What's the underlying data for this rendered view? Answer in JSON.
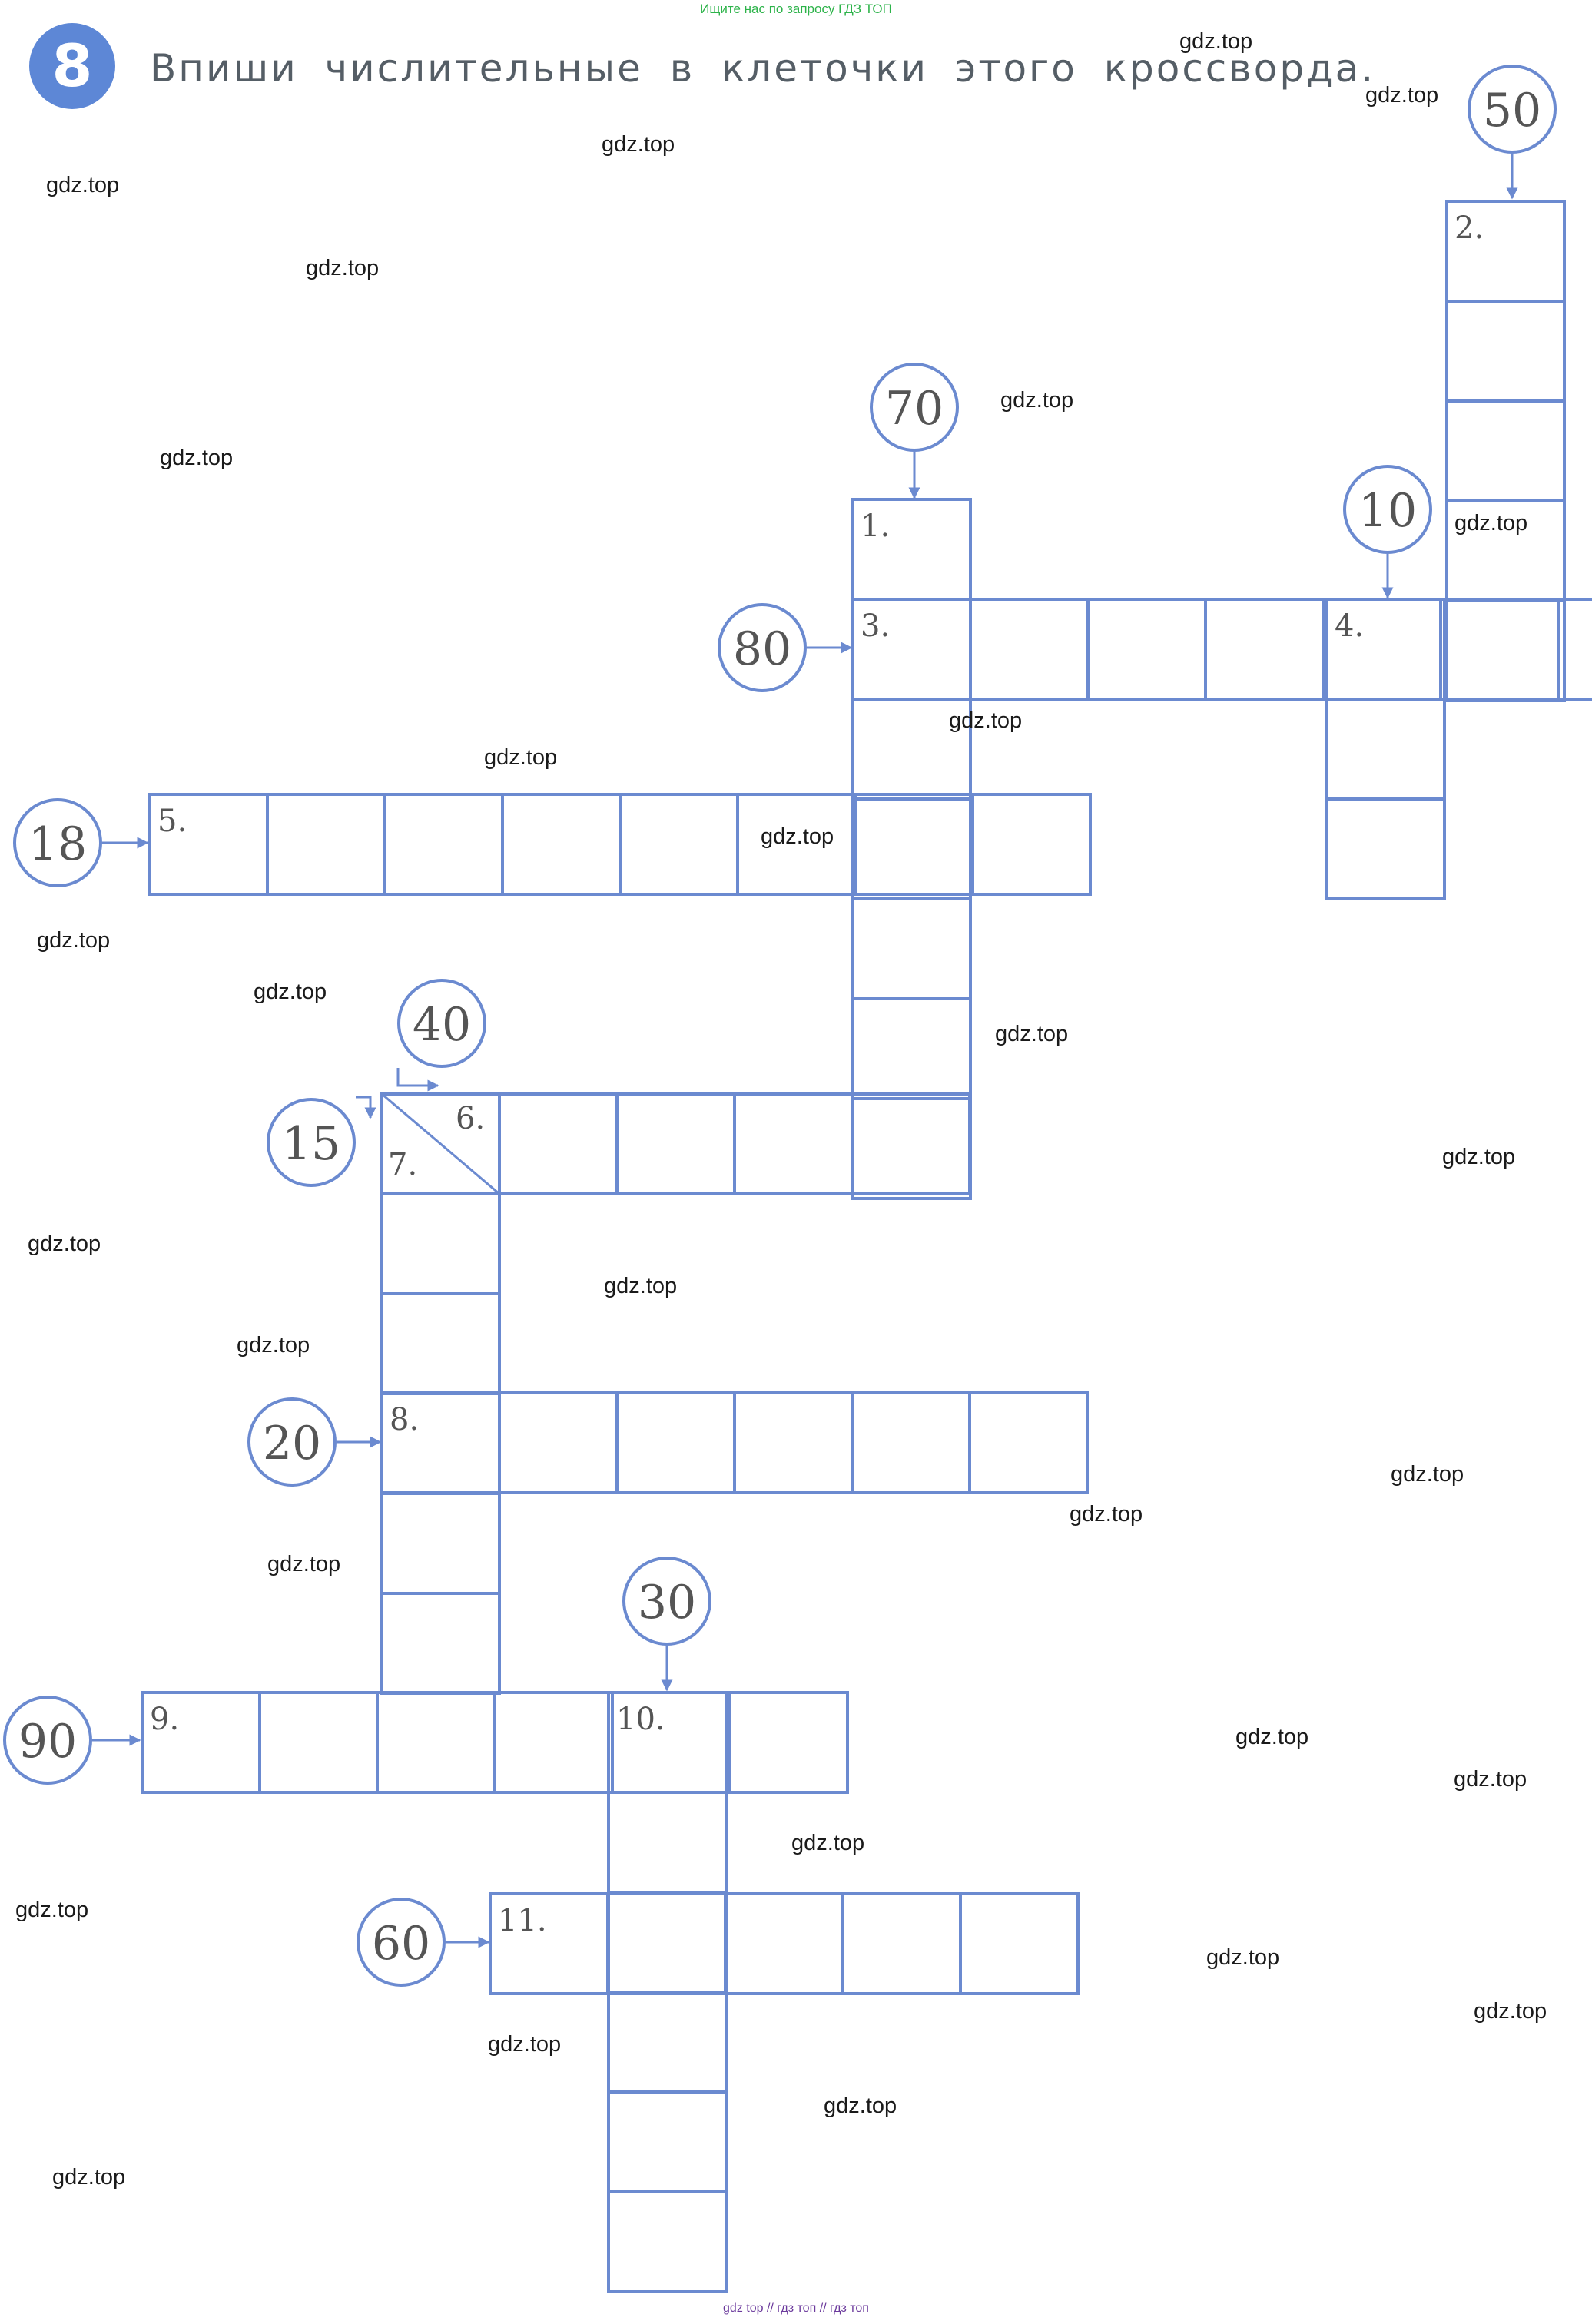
{
  "header": {
    "top_note": "Ищите нас по запросу ГДЗ ТОП",
    "task_number": "8",
    "task_text": "Впиши числительные в клеточки этого кроссворда.",
    "bottom_note": "gdz top  //  гдз топ  //  гдз топ"
  },
  "colors": {
    "grid": "#6b8ad0",
    "badge": "#5d87d6",
    "clue_text": "#555555"
  },
  "watermark_text": "gdz.top",
  "crossword": {
    "clues": [
      {
        "number": "1.",
        "value": "70",
        "direction": "down"
      },
      {
        "number": "2.",
        "value": "50",
        "direction": "down"
      },
      {
        "number": "3.",
        "value": "80",
        "direction": "across"
      },
      {
        "number": "4.",
        "value": "10",
        "direction": "down"
      },
      {
        "number": "5.",
        "value": "18",
        "direction": "across"
      },
      {
        "number": "6.",
        "value": "40",
        "direction": "across"
      },
      {
        "number": "7.",
        "value": "15",
        "direction": "down"
      },
      {
        "number": "8.",
        "value": "20",
        "direction": "across"
      },
      {
        "number": "9.",
        "value": "90",
        "direction": "across"
      },
      {
        "number": "10.",
        "value": "30",
        "direction": "down"
      },
      {
        "number": "11.",
        "value": "60",
        "direction": "across"
      }
    ]
  }
}
